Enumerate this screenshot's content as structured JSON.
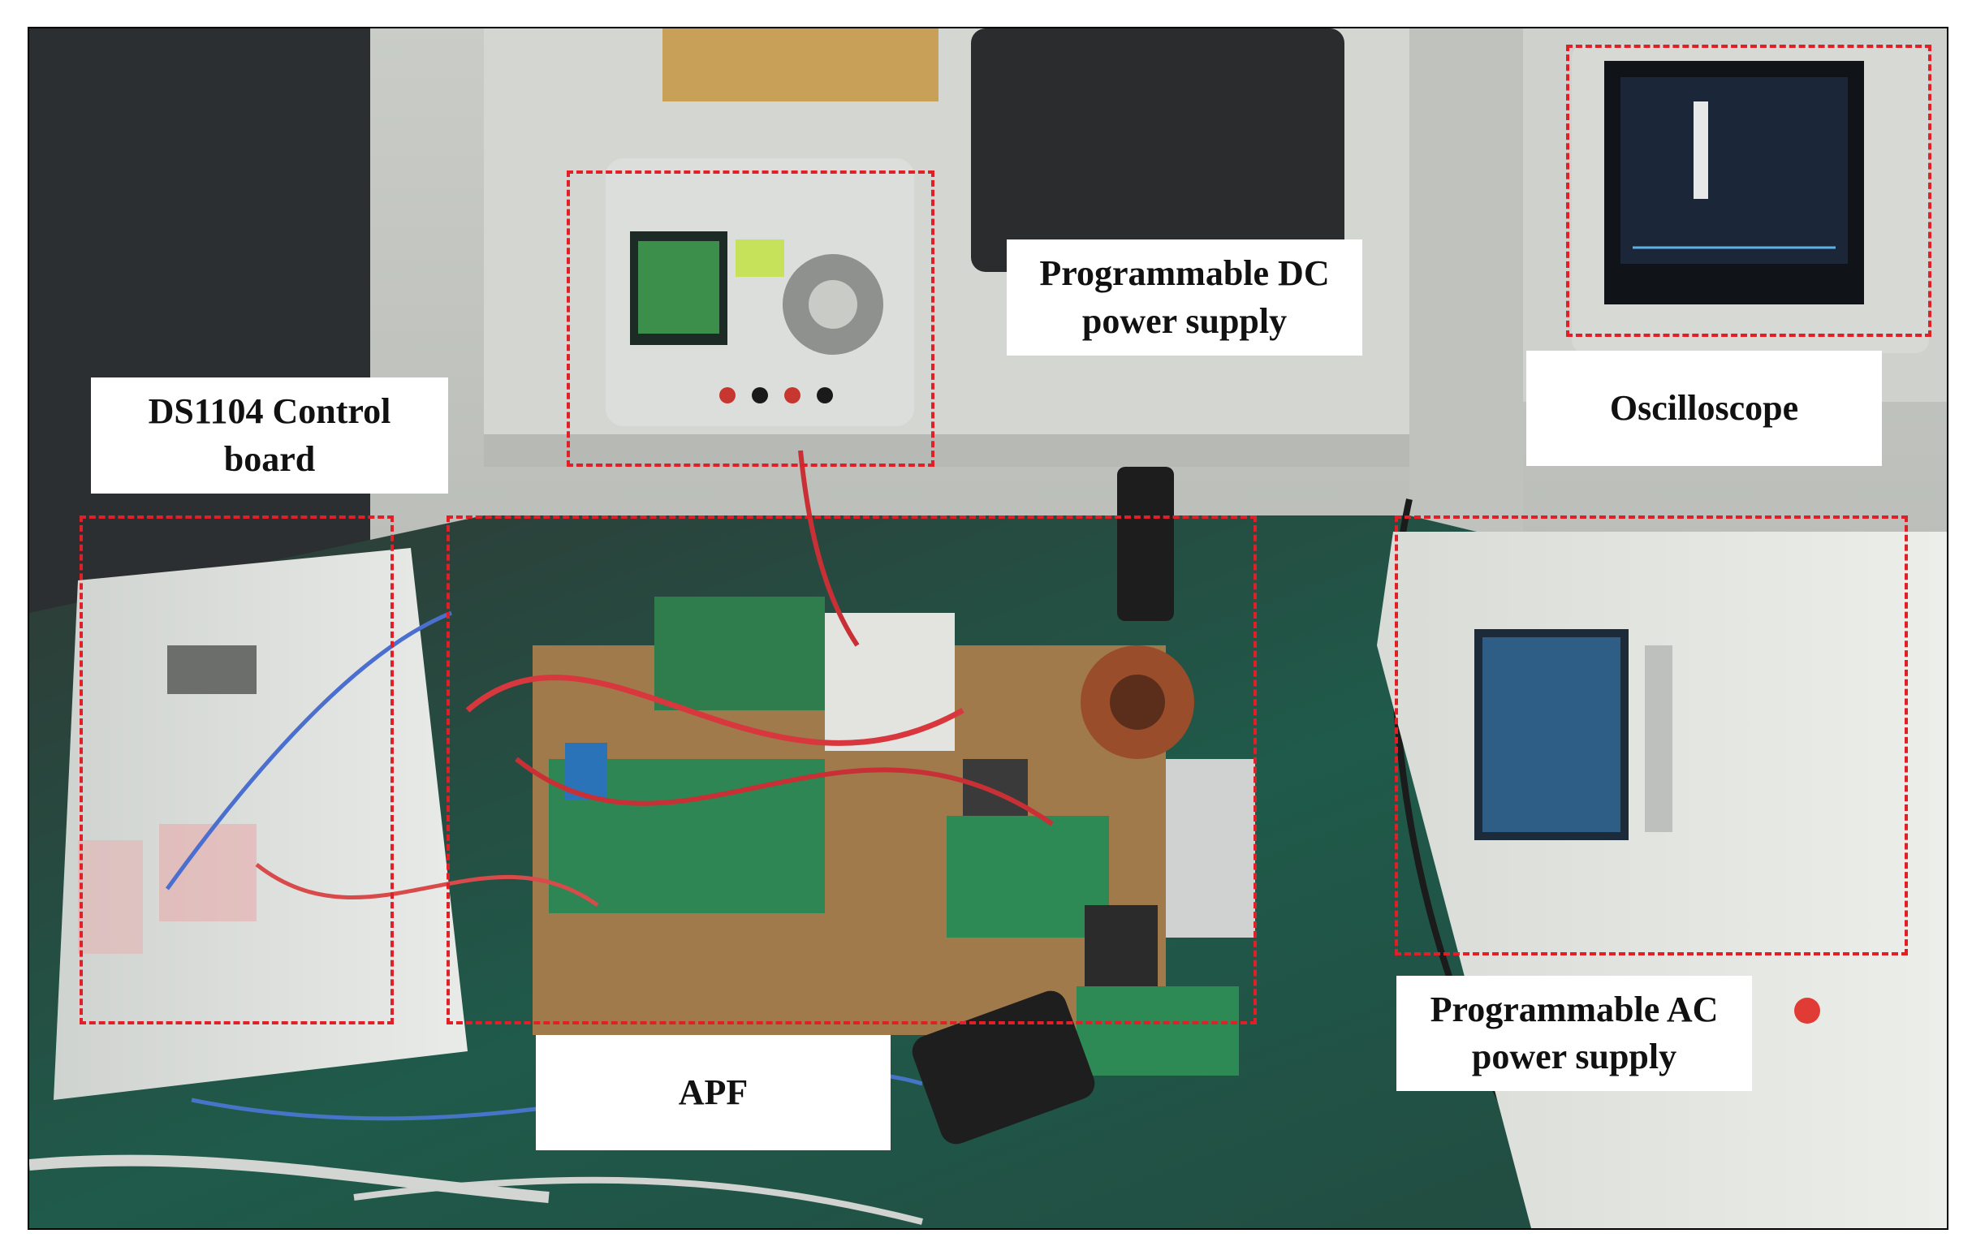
{
  "figure": {
    "labels": {
      "dc_supply": [
        "Programmable DC",
        "power supply"
      ],
      "control_board": [
        "DS1104 Control",
        "board"
      ],
      "oscilloscope": "Oscilloscope",
      "apf": "APF",
      "ac_supply": [
        "Programmable AC",
        "power supply"
      ]
    },
    "colors": {
      "dashed_box": "#e21f26",
      "label_background": "#ffffff",
      "frame": "#000000"
    }
  }
}
